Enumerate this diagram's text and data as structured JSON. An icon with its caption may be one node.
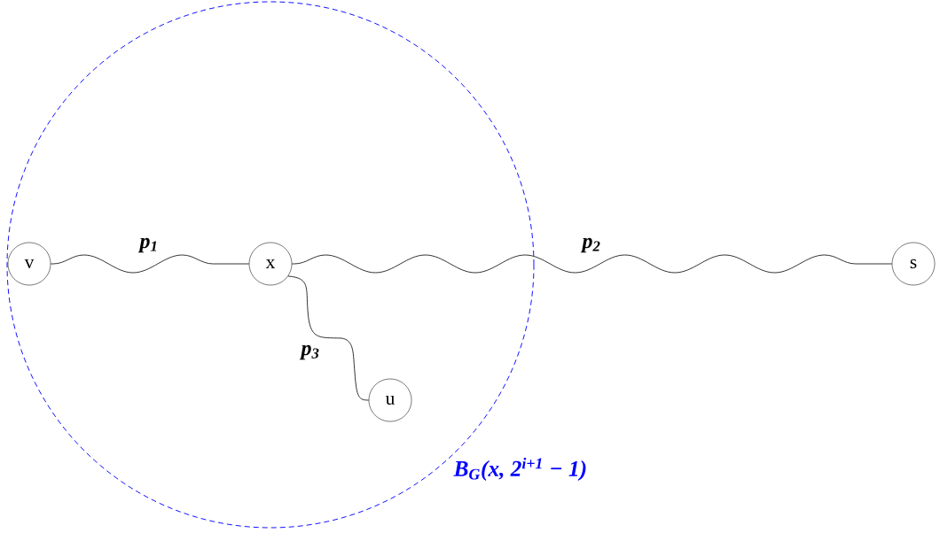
{
  "diagram": {
    "nodes": [
      {
        "text": [
          "B$_{G}$(x, 2$^{i+1}$ − 1)"
        ]
      },
      {
        "text": [
          "v"
        ],
        "in": 0
      },
      {
        "text": [
          "x"
        ],
        "in": 0
      },
      {
        "text": [
          "s"
        ]
      },
      {
        "text": [
          "u"
        ],
        "in": 0
      }
    ],
    "edges": [
      {
        "from": 1,
        "to": 2,
        "arrow": "none",
        "label": "p$_{1}$"
      },
      {
        "from": 2,
        "to": 3,
        "arrow": "none",
        "label": "p$_{2}$"
      },
      {
        "from": 2,
        "to": 4,
        "arrow": "none",
        "label": "p$_{3}$"
      }
    ]
  }
}
